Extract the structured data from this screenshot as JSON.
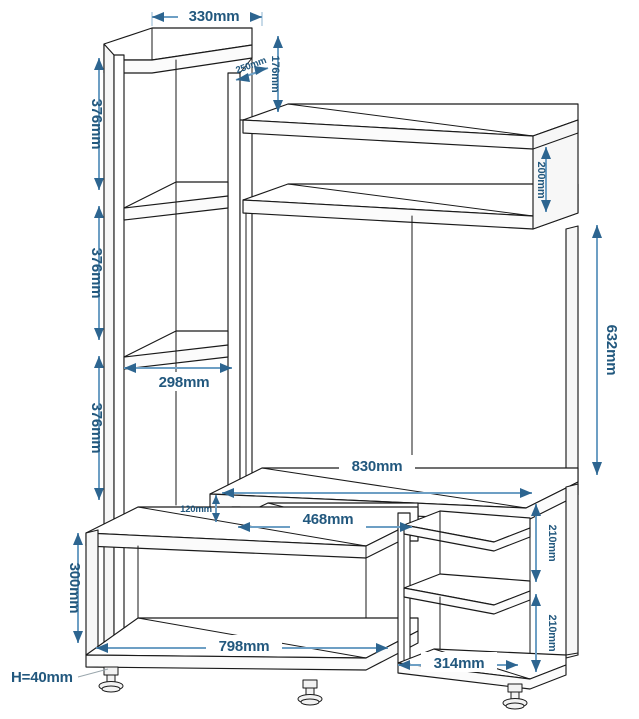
{
  "drawing": {
    "title": "TV wall unit dimensioned assembly drawing",
    "units": "mm",
    "accent_color": "#22587e",
    "dimension_line_color": "#6d9fc4",
    "outline_color": "#1a1a1a",
    "background_color": "#ffffff"
  },
  "dimensions": {
    "top_width": "330mm",
    "top_depth": "250mm",
    "top_right_height": "176mm",
    "left_shelf_1": "376mm",
    "left_shelf_2": "376mm",
    "left_shelf_3": "376mm",
    "left_inner_width": "298mm",
    "upper_shelf_height": "200mm",
    "right_column_height": "632mm",
    "tv_shelf_width": "830mm",
    "riser_height": "120mm",
    "riser_width": "468mm",
    "base_height": "300mm",
    "base_width": "798mm",
    "right_cabinet_upper": "210mm",
    "right_cabinet_lower": "210mm",
    "right_cabinet_width": "314mm",
    "foot_height": "H=40mm"
  }
}
